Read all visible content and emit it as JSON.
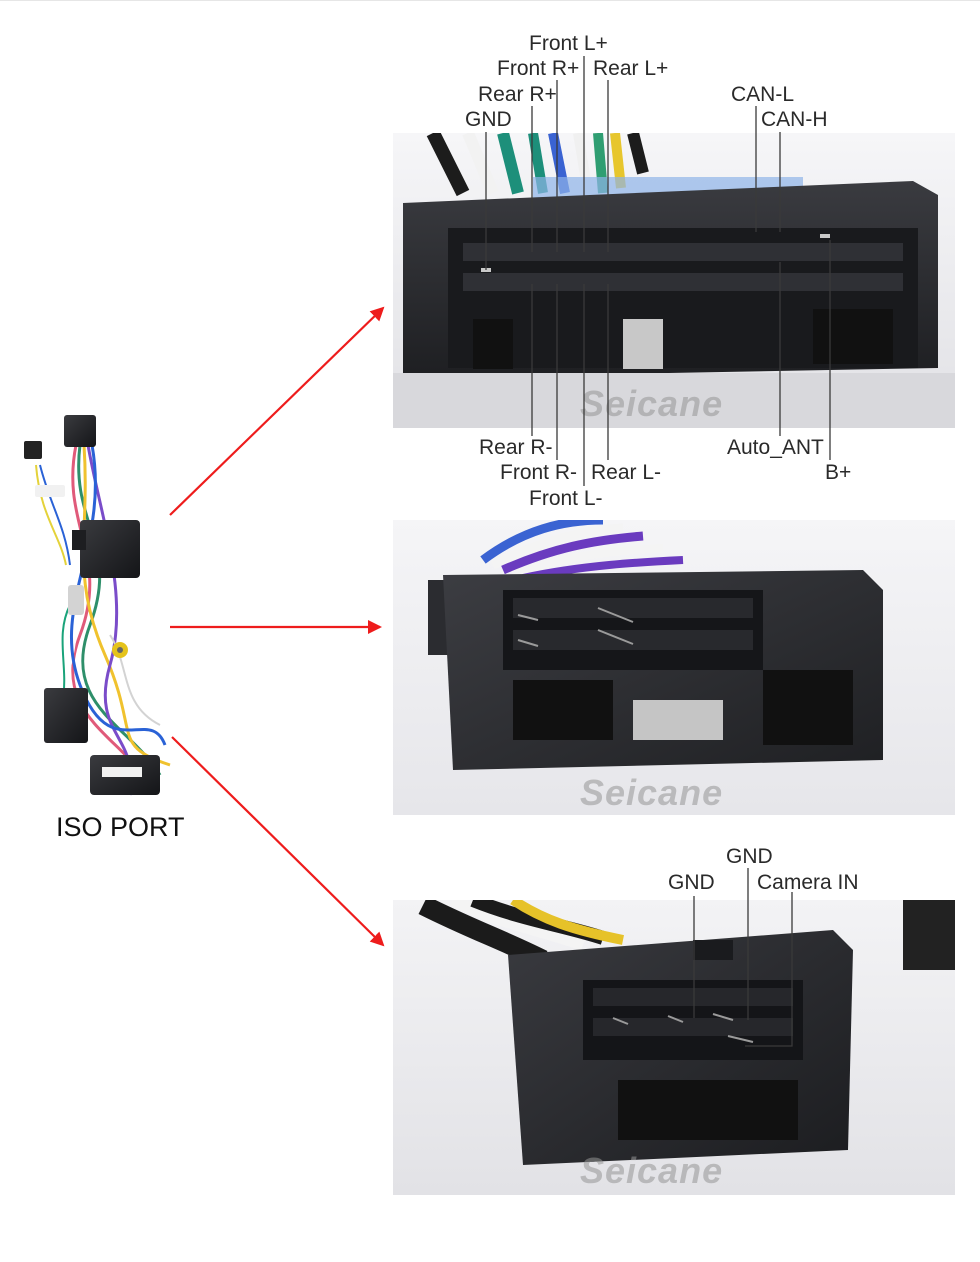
{
  "harness": {
    "iso_label": "ISO PORT"
  },
  "watermark": "Seicane",
  "connector_top": {
    "labels_top": [
      "GND",
      "Rear R+",
      "Front R+",
      "Front L+",
      "Rear L+",
      "CAN-L",
      "CAN-H"
    ],
    "labels_bottom": [
      "Rear R-",
      "Front R-",
      "Front L-",
      "Rear L-",
      "Auto_ANT",
      "B+"
    ]
  },
  "connector_bottom": {
    "labels": [
      "GND",
      "GND",
      "Camera IN"
    ]
  },
  "colors": {
    "arrow": "#ee1c1c",
    "leader": "#3a3a3a",
    "photo_bg_top": "#f2f2f4",
    "connector_body": "#2b2c2f"
  }
}
